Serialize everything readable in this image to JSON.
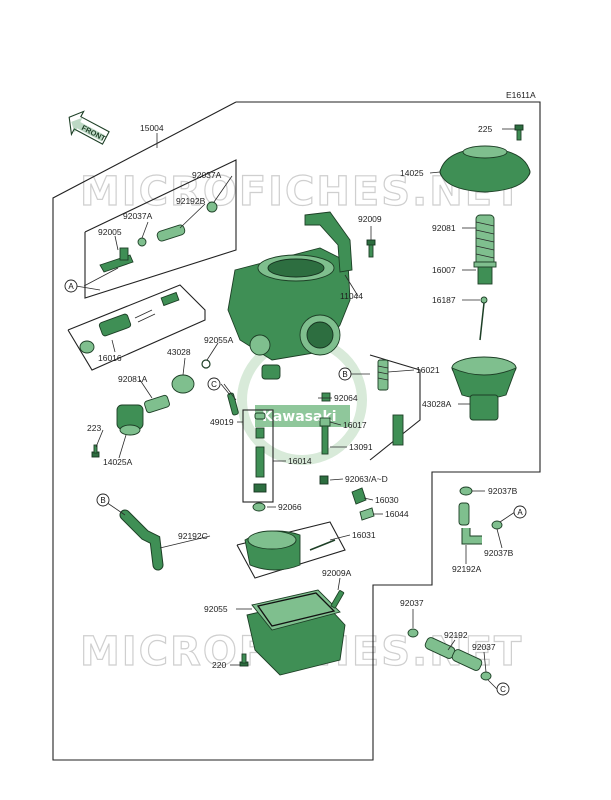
{
  "diagram_code": "E1611A",
  "front_label": "FRONT",
  "watermark": "MICROFICHES.NET",
  "brand_watermark": "Kawasaki",
  "colors": {
    "part_green": "#3f8f55",
    "line": "#2a2a2a"
  },
  "labels": {
    "l15004": "15004",
    "l92037A_top": "92037A",
    "l92192B": "92192B",
    "l92037A": "92037A",
    "l92005": "92005",
    "l16016": "16016",
    "l43028": "43028",
    "l92055A": "92055A",
    "l92081A": "92081A",
    "l223": "223",
    "l14025A": "14025A",
    "l49019": "49019",
    "l92064": "92064",
    "l16017": "16017",
    "l13091": "13091",
    "l16014": "16014",
    "l92063": "92063/A~D",
    "l16030": "16030",
    "l16044": "16044",
    "l92066": "92066",
    "l16031": "16031",
    "l92192C": "92192C",
    "l92009A": "92009A",
    "l92055": "92055",
    "l220": "220",
    "l92009": "92009",
    "l11044": "11044",
    "l225": "225",
    "l14025": "14025",
    "l92081": "92081",
    "l16007": "16007",
    "l16187": "16187",
    "l16021": "16021",
    "l43028A": "43028A",
    "l92037B_top": "92037B",
    "l92037B": "92037B",
    "l92192A": "92192A",
    "l92037": "92037",
    "l92192": "92192",
    "l92037_b": "92037"
  },
  "callouts": {
    "a1": "A",
    "a2": "A",
    "b1": "B",
    "b2": "B",
    "c1": "C",
    "c2": "C"
  }
}
